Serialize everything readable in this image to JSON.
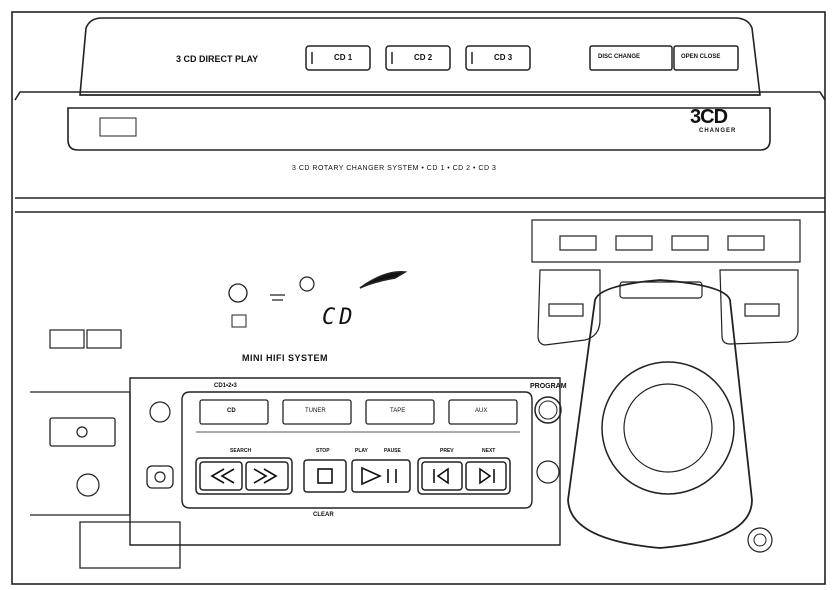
{
  "top_panel": {
    "direct_play_label": "3 CD DIRECT PLAY",
    "cd_buttons": [
      "CD 1",
      "CD 2",
      "CD 3"
    ],
    "disc_change": "DISC CHANGE",
    "open_close": "OPEN CLOSE"
  },
  "changer": {
    "logo_text": "3CD",
    "logo_sub": "CHANGER",
    "system_text": "3 CD ROTARY CHANGER SYSTEM • CD 1 • CD 2 • CD 3"
  },
  "display": {
    "source_readout": "CD"
  },
  "brand": {
    "system_name": "MINI HIFI SYSTEM"
  },
  "controls": {
    "source_group_label": "CD1•2•3",
    "source_buttons": [
      "CD",
      "TUNER",
      "TAPE",
      "AUX"
    ],
    "program_label": "PROGRAM",
    "search_label": "SEARCH",
    "stop_label": "STOP",
    "play_label": "PLAY",
    "pause_label": "PAUSE",
    "prev_label": "PREV",
    "next_label": "NEXT",
    "clear_label": "CLEAR"
  }
}
